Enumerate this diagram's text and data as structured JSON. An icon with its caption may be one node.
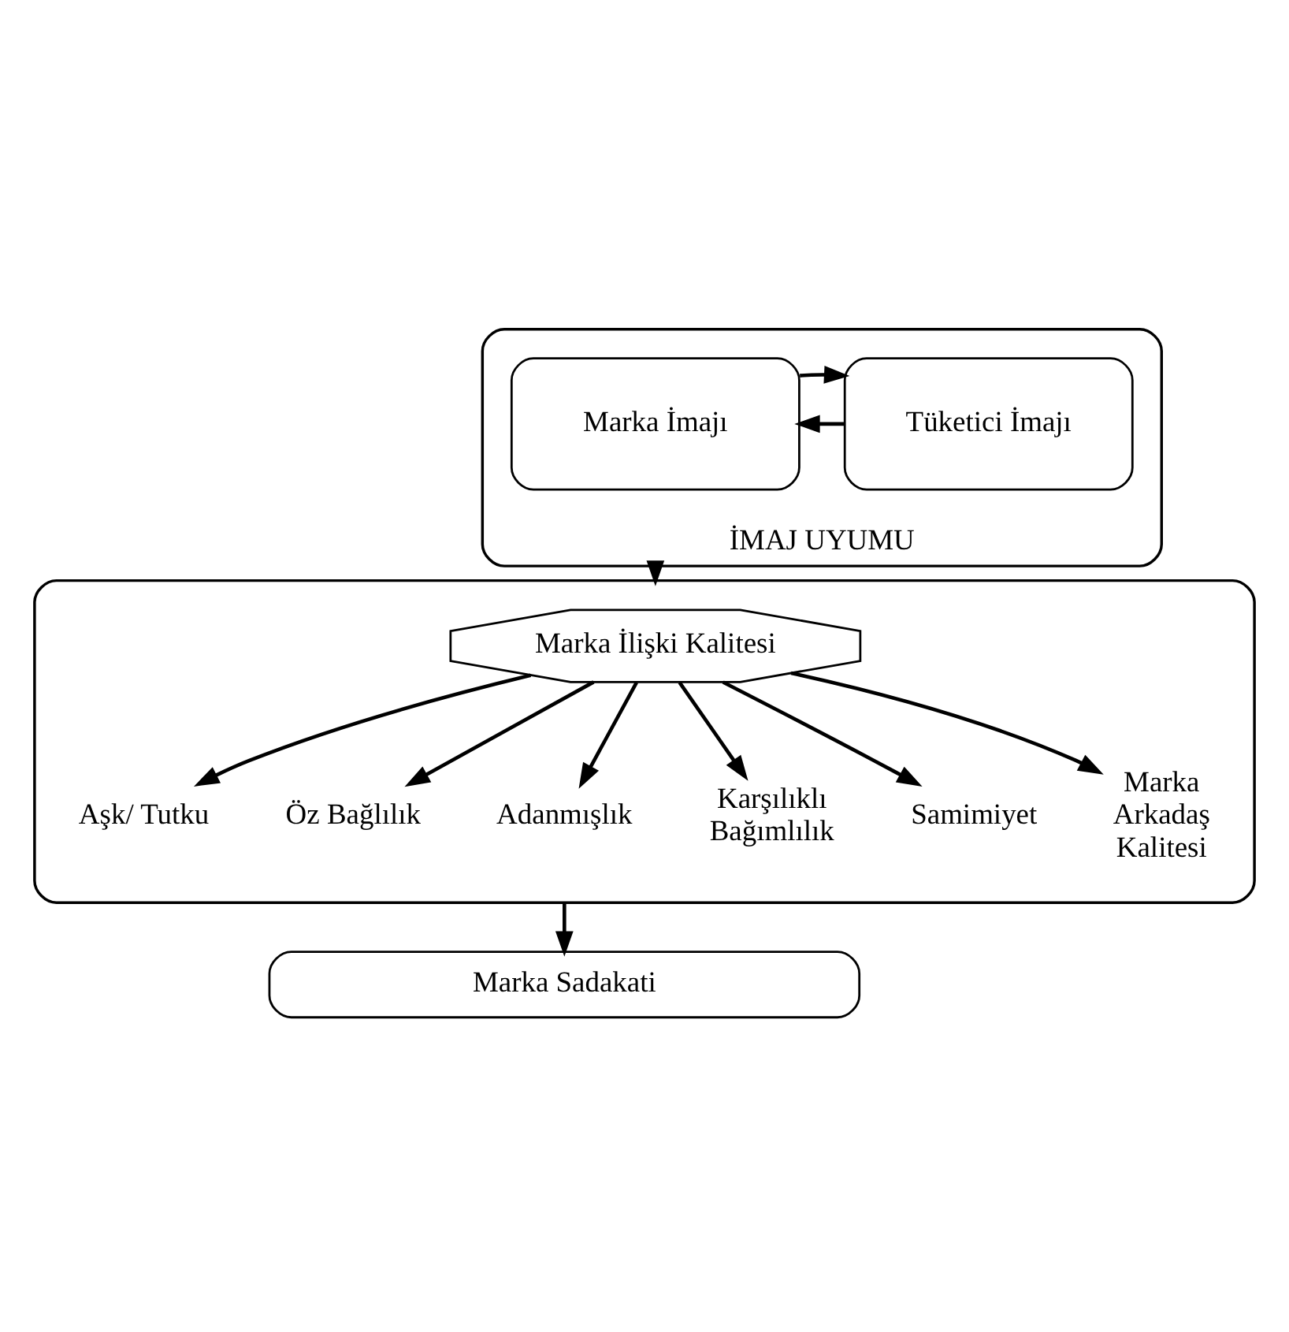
{
  "diagram": {
    "nodes": [
      {
        "text": [
          "İMAJ UYUMU"
        ]
      },
      {
        "text": [
          "Marka İmajı"
        ],
        "in": 0
      },
      {
        "text": [
          "Tüketici İmajı"
        ],
        "in": 0
      },
      {
        "text": [],
        "shape": "box"
      },
      {
        "text": [
          "Marka İlişki Kalitesi"
        ],
        "in": 3
      },
      {
        "text": [
          "Aşk/ Tutku"
        ],
        "in": 3
      },
      {
        "text": [
          "Öz Bağlılık"
        ],
        "in": 3
      },
      {
        "text": [
          "Adanmışlık"
        ],
        "in": 3
      },
      {
        "text": [
          "Karşılıklı Bağımlılık"
        ],
        "in": 3
      },
      {
        "text": [
          "Samimiyet"
        ],
        "in": 3
      },
      {
        "text": [
          "Marka Arkadaş Kalitesi"
        ],
        "in": 3
      },
      {
        "text": [
          "Marka Sadakati"
        ]
      }
    ],
    "edges": [
      {
        "from": 2,
        "to": 1,
        "arrow": "to"
      },
      {
        "from": 1,
        "to": 2,
        "arrow": "to"
      },
      {
        "from": 0,
        "to": 3,
        "arrow": "to"
      },
      {
        "from": 4,
        "to": 5,
        "arrow": "to"
      },
      {
        "from": 4,
        "to": 6,
        "arrow": "to"
      },
      {
        "from": 4,
        "to": 7,
        "arrow": "to"
      },
      {
        "from": 4,
        "to": 8,
        "arrow": "to"
      },
      {
        "from": 4,
        "to": 9,
        "arrow": "to"
      },
      {
        "from": 4,
        "to": 10,
        "arrow": "to"
      },
      {
        "from": 3,
        "to": 11,
        "arrow": "to"
      }
    ]
  }
}
